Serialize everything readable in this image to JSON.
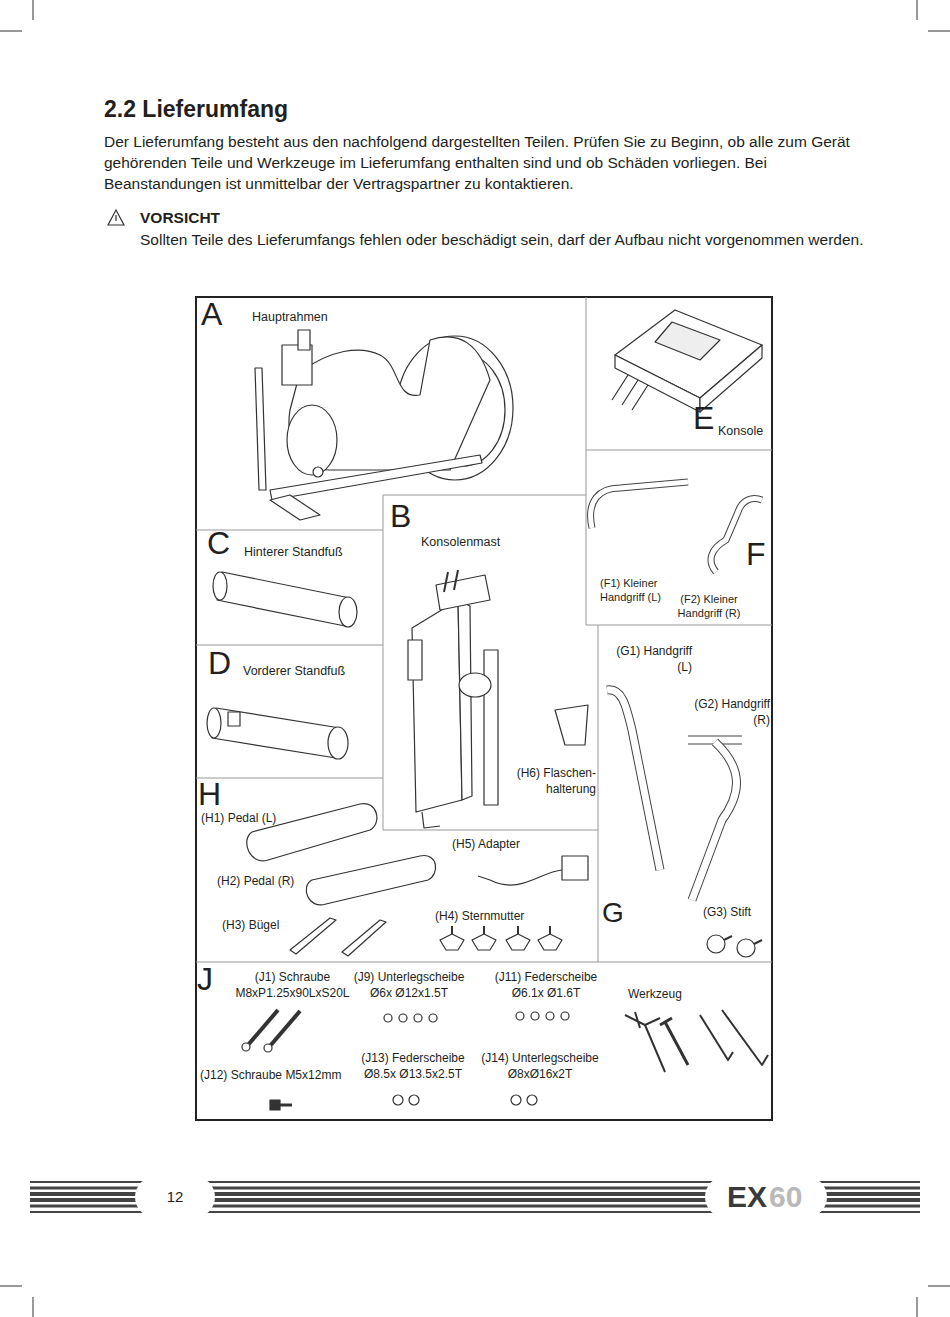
{
  "diagram": {
    "title": "2.2 Lieferumfang",
    "nodes": [
      {
        "text": [
          "A",
          "Hauptrahmen"
        ]
      },
      {
        "text": [
          "E",
          "Konsole"
        ]
      },
      {
        "text": [
          "F",
          "(F1) Kleiner Handgriff (L)",
          "(F2) Kleiner Handgriff (R)"
        ]
      },
      {
        "text": [
          "C",
          "Hinterer Standfuß"
        ]
      },
      {
        "text": [
          "B",
          "Konsolenmast",
          "(H6) Flaschen- halterung"
        ]
      },
      {
        "text": [
          "(G1) Handgriff (L)",
          "(G2) Handgriff (R)",
          "G",
          "(G3) Stift"
        ]
      },
      {
        "text": [
          "D",
          "Vorderer Standfuß"
        ]
      },
      {
        "text": [
          "H",
          "(H1) Pedal (L)",
          "(H2) Pedal (R)",
          "(H3) Bügel",
          "(H5) Adapter",
          "(H4) Sternmutter"
        ]
      },
      {
        "text": [
          "J",
          "(J1) Schraube M8xP1.25x90LxS20L",
          "(J9) Unterlegscheibe Ø6x Ø12x1.5T",
          "(J11) Federscheibe Ø6.1x Ø1.6T",
          "Werkzeug",
          "(J12) Schraube M5x12mm",
          "(J13) Federscheibe Ø8.5x Ø13.5x2.5T",
          "(J14) Unterlegscheibe Ø8xØ16x2T"
        ]
      }
    ],
    "labels": [
      "Der Lieferumfang besteht aus den nachfolgend dargestellten Teilen. Prüfen Sie zu Beginn, ob alle zum Gerät gehörenden Teile und Werkzeuge im Lieferumfang enthalten sind und ob Schäden vorliegen. Bei Beanstandungen ist unmittelbar der Vertragspartner zu kontaktieren.",
      "VORSICHT",
      "Sollten Teile des Lieferumfangs fehlen oder beschädigt sein, darf der Aufbau nicht vorgenommen werden.",
      "12",
      "EX",
      "60"
    ]
  }
}
